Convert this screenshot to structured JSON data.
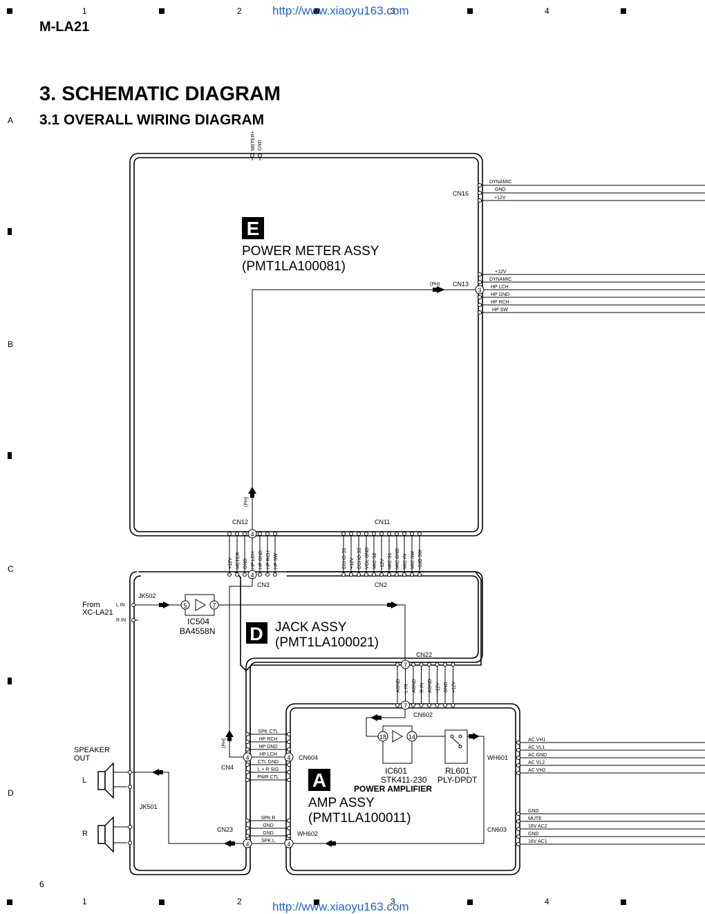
{
  "header": {
    "model": "M-LA21",
    "url": "http://www.xiaoyu163.com",
    "page_number": "6"
  },
  "ruler": {
    "cols": [
      "1",
      "2",
      "3",
      "4"
    ],
    "rows": [
      "A",
      "B",
      "C",
      "D"
    ]
  },
  "title": {
    "chapter": "3. SCHEMATIC DIAGRAM",
    "section": "3.1 OVERALL WIRING DIAGRAM"
  },
  "meter_pins": [
    "METER+",
    "GND"
  ],
  "assy_e": {
    "letter": "E",
    "name": "POWER METER ASSY",
    "part": "(PMT1LA100081)",
    "cn16": {
      "label": "CN16",
      "pins": [
        "DYNAMIC",
        "GND",
        "+12V"
      ]
    },
    "cn13": {
      "label": "CN13",
      "pins": [
        "+12V",
        "DYNAMIC",
        "HP LCH",
        "HP GND",
        "HP RCH",
        "HP SW"
      ]
    },
    "cn12": {
      "label": "CN12"
    },
    "cn11": {
      "label": "CN11"
    },
    "ph": "(PH)"
  },
  "cn12_pins": [
    "+12V",
    "METER",
    "GND",
    "HP LCH",
    "HP GND",
    "HP RCH",
    "HP SW"
  ],
  "cn11_pins": [
    "ECHO S1",
    "+12V",
    "ECHO S2",
    "VOL GND",
    "MIC S2",
    "-12V",
    "MIC S1",
    "MIC GND",
    "MIC IN",
    "MIC SW",
    "-6dB SW"
  ],
  "assy_d": {
    "letter": "D",
    "name": "JACK ASSY",
    "part": "(PMT1LA100021)",
    "cn3": "CN3",
    "cn2": "CN2",
    "cn22": "CN22",
    "jk502": "JK502",
    "from": "From",
    "from_src": "XC-LA21",
    "lin": "L IN",
    "rin": "R IN",
    "ic504": "IC504",
    "ic504_part": "BA4558N",
    "speaker_out": "SPEAKER",
    "speaker_out2": "OUT",
    "spk_l": "L",
    "spk_r": "R",
    "jk501": "JK501",
    "cn4": "CN4",
    "cn23": "CN23"
  },
  "cn22_pins": [
    "AGND",
    "L IN",
    "AGND",
    "R IN",
    "AGND",
    "-12V",
    "GND",
    "+12V"
  ],
  "assy_a": {
    "letter": "A",
    "name": "AMP ASSY",
    "part": "(PMT1LA100011)",
    "cn602": "CN602",
    "cn604": "CN604",
    "wh602": "WH602",
    "wh601": "WH601",
    "cn603": "CN603",
    "ic601": "IC601",
    "ic601_part": "STK411-230",
    "ic601_func": "POWER AMPLIFIER",
    "rl601": "RL601",
    "rl601_part": "PLY-DPDT"
  },
  "cn604_pins": [
    "SPK CTL",
    "HP RCH",
    "HP GND",
    "HP LCH",
    "CTL GND",
    "L + R SIG",
    "PWR CTL"
  ],
  "wh602_pins": [
    "SPK R",
    "GND",
    "GND",
    "SPK L"
  ],
  "wh601_pins": [
    "AC VH1",
    "AC VL1",
    "AC GND",
    "AC VL2",
    "AC VH2"
  ],
  "cn603_pins": [
    "GND",
    "MUTE",
    "16V AC2",
    "GND",
    "16V AC1"
  ],
  "pin_numbers": {
    "four": "4",
    "three": "3",
    "five": "5",
    "seven": "7",
    "eighteen": "18",
    "fourteen": "14"
  }
}
